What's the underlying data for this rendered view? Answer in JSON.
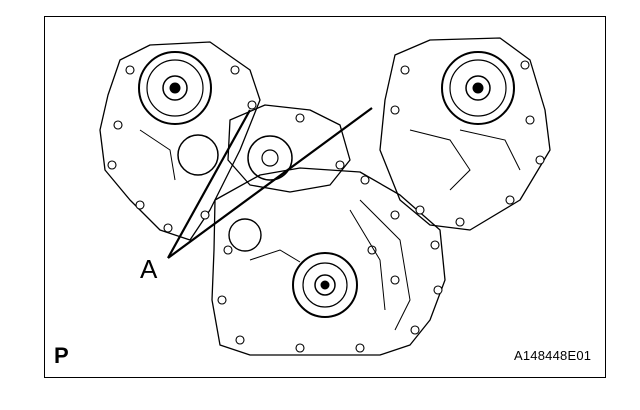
{
  "figure": {
    "callout_label": "A",
    "corner_code": "P",
    "figure_id": "A148448E01"
  },
  "colors": {
    "line": "#000000",
    "background": "#ffffff"
  }
}
